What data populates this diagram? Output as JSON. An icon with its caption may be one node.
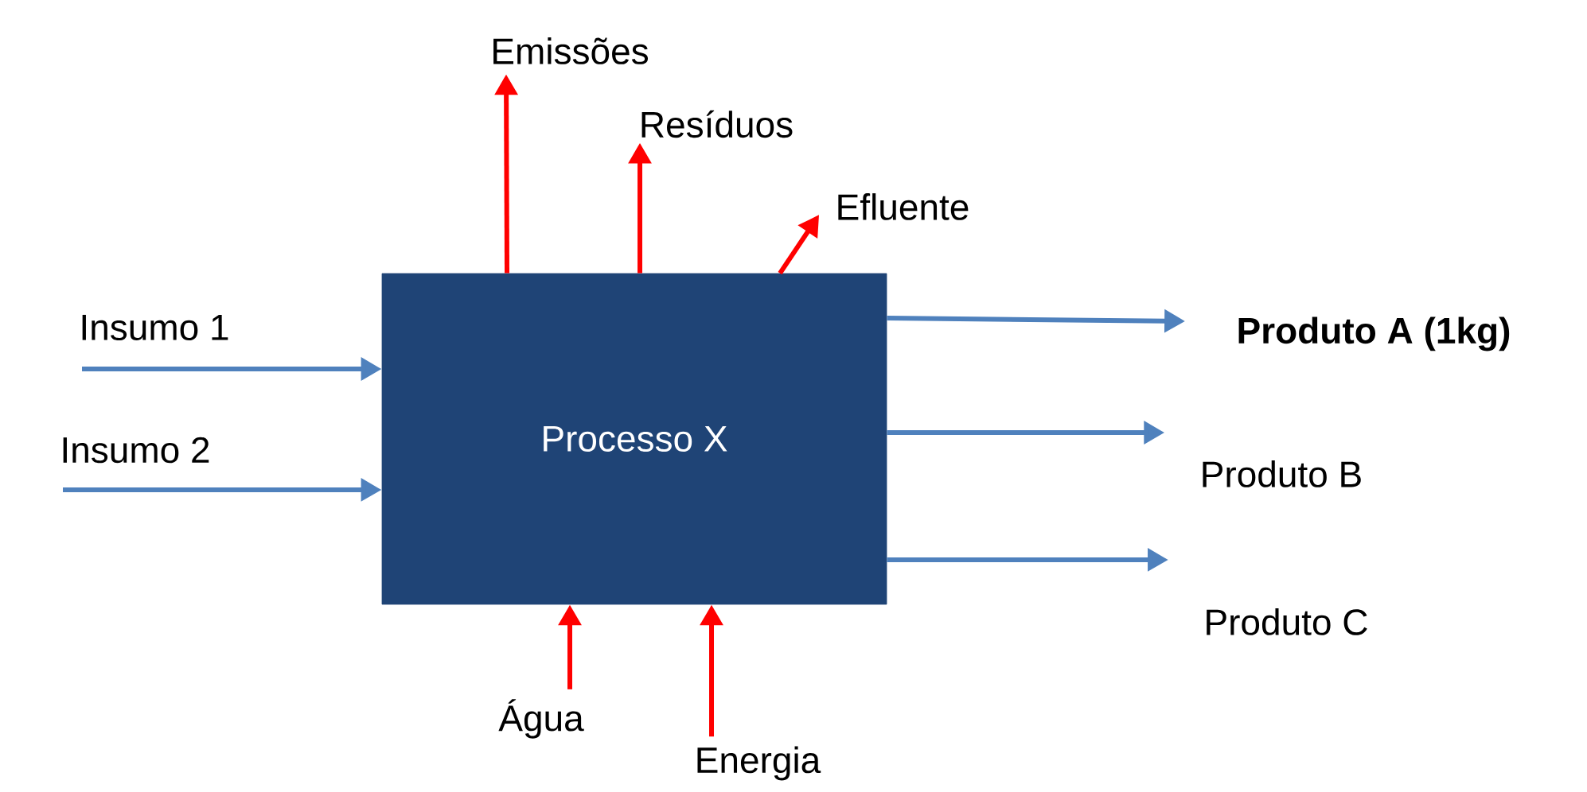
{
  "diagram": {
    "nodes": [
      {
        "text": [
          "Processo X"
        ]
      },
      {
        "text": [
          "Emissões"
        ]
      },
      {
        "text": [
          "Resíduos"
        ]
      },
      {
        "text": [
          "Efluente"
        ]
      },
      {
        "text": [
          "Insumo 1"
        ]
      },
      {
        "text": [
          "Insumo 2"
        ]
      },
      {
        "text": [
          "Produto A (1kg)"
        ]
      },
      {
        "text": [
          "Produto B"
        ]
      },
      {
        "text": [
          "Produto C"
        ]
      },
      {
        "text": [
          "Água"
        ]
      },
      {
        "text": [
          "Energia"
        ]
      }
    ],
    "edges": [
      {
        "from": 4,
        "to": 0,
        "arrow": "to",
        "color": "#4f81bd"
      },
      {
        "from": 5,
        "to": 0,
        "arrow": "to",
        "color": "#4f81bd"
      },
      {
        "from": 0,
        "to": 6,
        "arrow": "to",
        "color": "#4f81bd"
      },
      {
        "from": 0,
        "to": 7,
        "arrow": "to",
        "color": "#4f81bd"
      },
      {
        "from": 0,
        "to": 8,
        "arrow": "to",
        "color": "#4f81bd"
      },
      {
        "from": 0,
        "to": 1,
        "arrow": "to",
        "color": "#ff0000"
      },
      {
        "from": 0,
        "to": 2,
        "arrow": "to",
        "color": "#ff0000"
      },
      {
        "from": 0,
        "to": 3,
        "arrow": "to",
        "color": "#ff0000"
      },
      {
        "from": 9,
        "to": 0,
        "arrow": "to",
        "color": "#ff0000"
      },
      {
        "from": 10,
        "to": 0,
        "arrow": "to",
        "color": "#ff0000"
      }
    ]
  }
}
